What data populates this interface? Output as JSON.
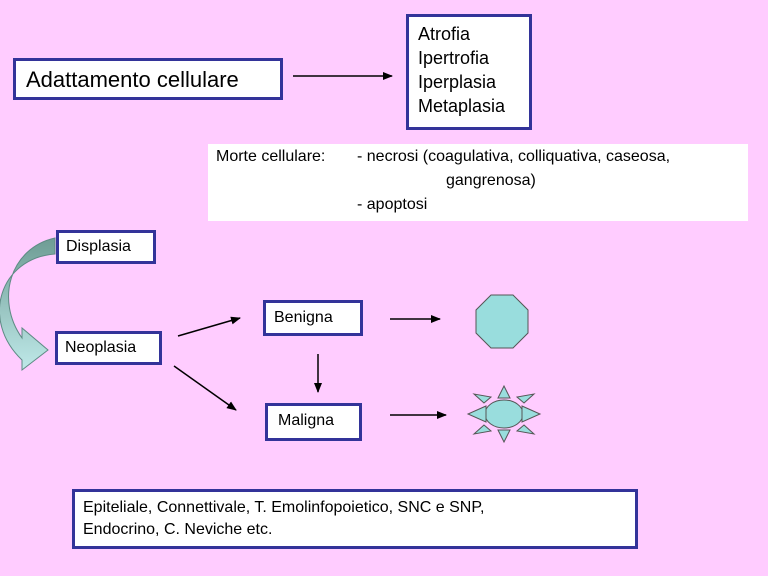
{
  "adaptation": {
    "title": "Adattamento cellulare",
    "types": [
      "Atrofia",
      "Ipertrofia",
      "Iperplasia",
      "Metaplasia"
    ]
  },
  "cell_death": {
    "label": "Morte cellulare:",
    "line1": "- necrosi (coagulativa, colliquativa, caseosa,",
    "line2": "gangrenosa)",
    "line3": "- apoptosi"
  },
  "progression": {
    "dysplasia": "Displasia",
    "neoplasia": "Neoplasia",
    "benign": "Benigna",
    "malignant": "Maligna"
  },
  "tissues": {
    "line1": "Epiteliale,  Connettivale,   T. Emolinfopoietico,  SNC e SNP,",
    "line2": "Endocrino, C. Neviche etc."
  },
  "colors": {
    "background": "#FFCCFF",
    "box_border": "#333399",
    "shape_fill": "#99DDDD",
    "curved_arrow": "#7AA8A0"
  }
}
